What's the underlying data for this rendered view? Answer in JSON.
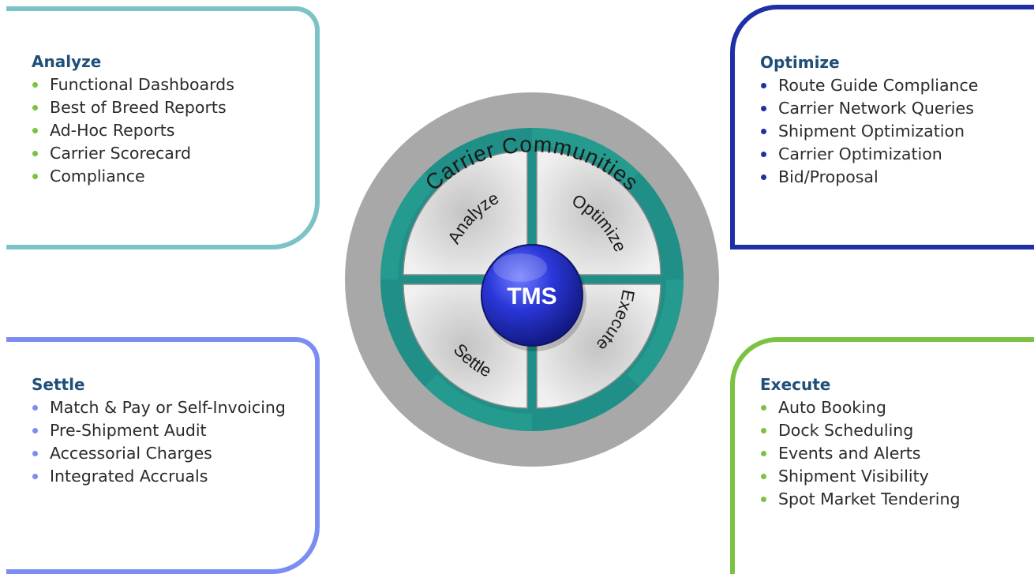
{
  "panels": {
    "analyze": {
      "title": "Analyze",
      "items": [
        "Functional Dashboards",
        "Best of Breed Reports",
        "Ad-Hoc Reports",
        "Carrier Scorecard",
        "Compliance"
      ],
      "border_color": "#7cc3c8",
      "bullet_color": "#7cc242"
    },
    "optimize": {
      "title": "Optimize",
      "items": [
        "Route Guide Compliance",
        "Carrier Network Queries",
        "Shipment Optimization",
        "Carrier Optimization",
        "Bid/Proposal"
      ],
      "border_color": "#1f2fa6",
      "bullet_color": "#1f2fa6"
    },
    "settle": {
      "title": "Settle",
      "items": [
        "Match & Pay or Self-Invoicing",
        "Pre-Shipment Audit",
        "Accessorial Charges",
        "Integrated Accruals"
      ],
      "border_color": "#7b8df0",
      "bullet_color": "#7b8df0"
    },
    "execute": {
      "title": "Execute",
      "items": [
        "Auto Booking",
        "Dock Scheduling",
        "Events and Alerts",
        "Shipment Visibility",
        "Spot Market Tendering"
      ],
      "border_color": "#7cc242",
      "bullet_color": "#7cc242"
    }
  },
  "wheel": {
    "outer_ring_label": "Carrier Communities",
    "center_label": "TMS",
    "quadrants": {
      "top_left": "Analyze",
      "top_right": "Optimize",
      "bottom_right": "Execute",
      "bottom_left": "Settle"
    },
    "colors": {
      "outer_ring": "#a8a8a8",
      "teal_ring": "#1f8f87",
      "quadrant": "#d9d9d9",
      "hub": "#1f2fd0"
    }
  }
}
